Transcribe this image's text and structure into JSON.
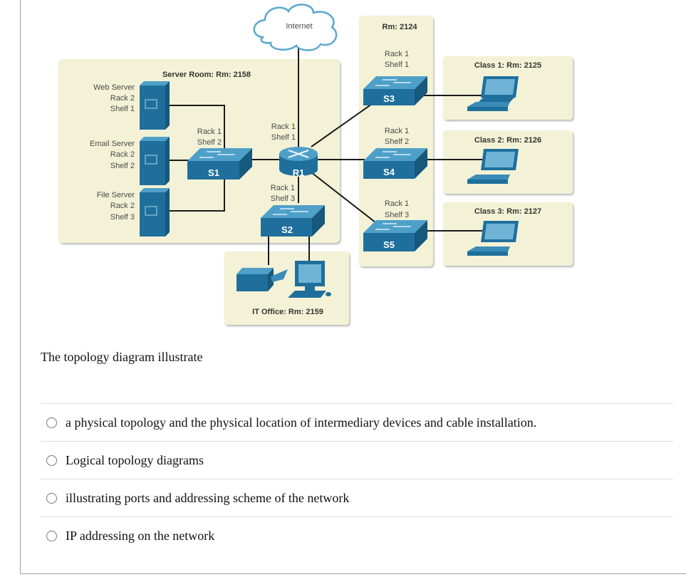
{
  "diagram": {
    "internet_label": "Internet",
    "server_room": {
      "title": "Server Room: Rm: 2158",
      "servers": [
        {
          "name": "Web Server",
          "rack": "Rack 2",
          "shelf": "Shelf 1"
        },
        {
          "name": "Email Server",
          "rack": "Rack 2",
          "shelf": "Shelf 2"
        },
        {
          "name": "File Server",
          "rack": "Rack 2",
          "shelf": "Shelf 3"
        }
      ],
      "s1": {
        "label": "S1",
        "rack": "Rack 1",
        "shelf": "Shelf 2"
      },
      "r1": {
        "label": "R1",
        "rack": "Rack 1",
        "shelf": "Shelf 1"
      },
      "s2": {
        "label": "S2",
        "rack": "Rack 1",
        "shelf": "Shelf 3"
      }
    },
    "rm2124": {
      "title": "Rm: 2124",
      "switches": [
        {
          "label": "S3",
          "rack": "Rack 1",
          "shelf": "Shelf 1"
        },
        {
          "label": "S4",
          "rack": "Rack 1",
          "shelf": "Shelf 2"
        },
        {
          "label": "S5",
          "rack": "Rack 1",
          "shelf": "Shelf 3"
        }
      ]
    },
    "classes": [
      {
        "title": "Class 1: Rm: 2125"
      },
      {
        "title": "Class 2: Rm: 2126"
      },
      {
        "title": "Class 3: Rm: 2127"
      }
    ],
    "it_office": {
      "title": "IT Office: Rm: 2159"
    },
    "colors": {
      "room_bg": "#f3f2d6",
      "device": "#1f6f9c",
      "device_top": "#4fa0c8",
      "line": "#1a1a1a"
    }
  },
  "question": {
    "text": "The topology diagram illustrate",
    "options": [
      {
        "label": "a physical topology and the physical location of intermediary devices and cable installation.",
        "selected": false
      },
      {
        "label": "Logical topology diagrams",
        "selected": false
      },
      {
        "label": "illustrating ports and addressing scheme of the network",
        "selected": false
      },
      {
        "label": "IP addressing on the network",
        "selected": false
      }
    ]
  }
}
